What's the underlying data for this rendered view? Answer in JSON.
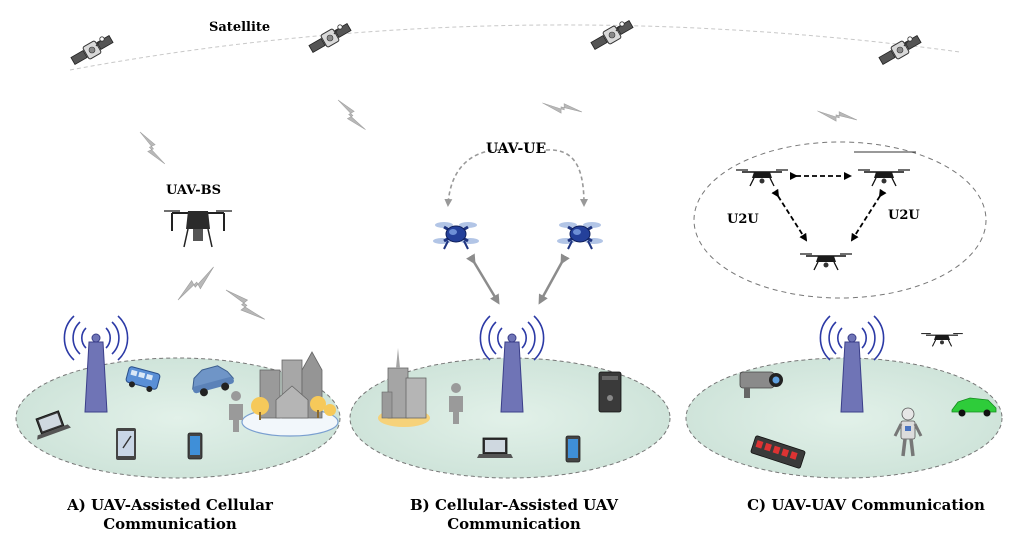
{
  "labels": {
    "satellite": "Satellite",
    "uav_bs": "UAV-BS",
    "uav_ue": "UAV-UE",
    "u2u_left": "U2U",
    "u2u_right": "U2U"
  },
  "captions": {
    "a_line1": "A) UAV-Assisted Cellular",
    "a_line2": "Communication",
    "b_line1": "B) Cellular-Assisted UAV",
    "b_line2": "Communication",
    "c_line1": "C)  UAV-UAV Communication"
  },
  "colors": {
    "ground": "#d9ebe3",
    "tower": "#6f74b6",
    "signal": "#2c3aa6",
    "lightning": "#b3b3b3",
    "building": "#9a9a9a",
    "tree": "#f6c95a",
    "blue_drone": "#24409a",
    "car": "#2ecc3a"
  }
}
